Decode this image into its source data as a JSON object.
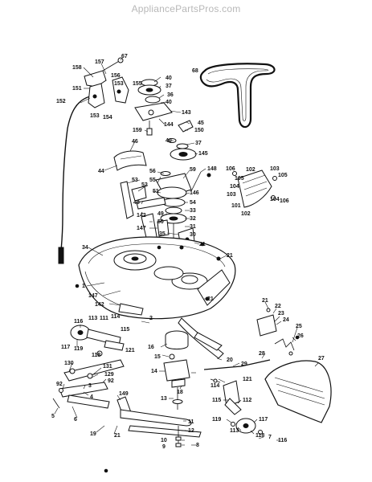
{
  "watermark": "AppliancePartsPros.com",
  "callouts": [
    {
      "id": "c158",
      "text": "158"
    },
    {
      "id": "c157",
      "text": "157"
    },
    {
      "id": "c67",
      "text": "67"
    },
    {
      "id": "c156",
      "text": "156"
    },
    {
      "id": "c153",
      "text": "153"
    },
    {
      "id": "c155",
      "text": "155"
    },
    {
      "id": "c151",
      "text": "151"
    },
    {
      "id": "c152",
      "text": "152"
    },
    {
      "id": "c153b",
      "text": "153"
    },
    {
      "id": "c154",
      "text": "154"
    },
    {
      "id": "c40a",
      "text": "40"
    },
    {
      "id": "c37a",
      "text": "37"
    },
    {
      "id": "c36",
      "text": "36"
    },
    {
      "id": "c40b",
      "text": "40"
    },
    {
      "id": "c143",
      "text": "143"
    },
    {
      "id": "c144",
      "text": "144"
    },
    {
      "id": "c68",
      "text": "68"
    },
    {
      "id": "c159",
      "text": "159"
    },
    {
      "id": "c45",
      "text": "45"
    },
    {
      "id": "c150",
      "text": "150"
    },
    {
      "id": "c40c",
      "text": "40"
    },
    {
      "id": "c37b",
      "text": "37"
    },
    {
      "id": "c46",
      "text": "46"
    },
    {
      "id": "c145",
      "text": "145"
    },
    {
      "id": "c44",
      "text": "44"
    },
    {
      "id": "c56",
      "text": "56"
    },
    {
      "id": "c59",
      "text": "59"
    },
    {
      "id": "c148",
      "text": "148"
    },
    {
      "id": "c106a",
      "text": "106"
    },
    {
      "id": "c102a",
      "text": "102"
    },
    {
      "id": "c105a",
      "text": "105"
    },
    {
      "id": "c104a",
      "text": "104"
    },
    {
      "id": "c103a",
      "text": "103"
    },
    {
      "id": "c103b",
      "text": "103"
    },
    {
      "id": "c105b",
      "text": "105"
    },
    {
      "id": "c104b",
      "text": "104"
    },
    {
      "id": "c106b",
      "text": "106"
    },
    {
      "id": "c101",
      "text": "101"
    },
    {
      "id": "c102b",
      "text": "102"
    },
    {
      "id": "c53",
      "text": "53"
    },
    {
      "id": "c52",
      "text": "52"
    },
    {
      "id": "c55",
      "text": "55"
    },
    {
      "id": "c51",
      "text": "51"
    },
    {
      "id": "c146",
      "text": "146"
    },
    {
      "id": "c48",
      "text": "48"
    },
    {
      "id": "c54",
      "text": "54"
    },
    {
      "id": "c33",
      "text": "33"
    },
    {
      "id": "c49",
      "text": "49"
    },
    {
      "id": "c142a",
      "text": "142"
    },
    {
      "id": "c50",
      "text": "50"
    },
    {
      "id": "c32",
      "text": "32"
    },
    {
      "id": "c31",
      "text": "31"
    },
    {
      "id": "c147a",
      "text": "147"
    },
    {
      "id": "c30",
      "text": "30"
    },
    {
      "id": "c35",
      "text": "35"
    },
    {
      "id": "c21a",
      "text": "21"
    },
    {
      "id": "c34",
      "text": "34"
    },
    {
      "id": "c21b",
      "text": "21"
    },
    {
      "id": "c1",
      "text": "1"
    },
    {
      "id": "c147b",
      "text": "147"
    },
    {
      "id": "c21c",
      "text": "21"
    },
    {
      "id": "c142b",
      "text": "142"
    },
    {
      "id": "c21d",
      "text": "21"
    },
    {
      "id": "c22",
      "text": "22"
    },
    {
      "id": "c23",
      "text": "23"
    },
    {
      "id": "c24",
      "text": "24"
    },
    {
      "id": "c25",
      "text": "25"
    },
    {
      "id": "c116a",
      "text": "116"
    },
    {
      "id": "c113a",
      "text": "113"
    },
    {
      "id": "c111a",
      "text": "111"
    },
    {
      "id": "c114a",
      "text": "114"
    },
    {
      "id": "c2",
      "text": "2"
    },
    {
      "id": "c115a",
      "text": "115"
    },
    {
      "id": "c117a",
      "text": "117"
    },
    {
      "id": "c119a",
      "text": "119"
    },
    {
      "id": "c118a",
      "text": "118"
    },
    {
      "id": "c121a",
      "text": "121"
    },
    {
      "id": "c16",
      "text": "16"
    },
    {
      "id": "c26",
      "text": "26"
    },
    {
      "id": "c28",
      "text": "28"
    },
    {
      "id": "c27",
      "text": "27"
    },
    {
      "id": "c15",
      "text": "15"
    },
    {
      "id": "c20",
      "text": "20"
    },
    {
      "id": "c29",
      "text": "29"
    },
    {
      "id": "c130",
      "text": "130"
    },
    {
      "id": "c131",
      "text": "131"
    },
    {
      "id": "c14",
      "text": "14"
    },
    {
      "id": "c121b",
      "text": "121"
    },
    {
      "id": "c129",
      "text": "129"
    },
    {
      "id": "c92a",
      "text": "92"
    },
    {
      "id": "c92b",
      "text": "92"
    },
    {
      "id": "c3",
      "text": "3"
    },
    {
      "id": "c114b",
      "text": "114"
    },
    {
      "id": "c4",
      "text": "4"
    },
    {
      "id": "c18",
      "text": "18"
    },
    {
      "id": "c149",
      "text": "149"
    },
    {
      "id": "c13",
      "text": "13"
    },
    {
      "id": "c115b",
      "text": "115"
    },
    {
      "id": "c112",
      "text": "112"
    },
    {
      "id": "c5",
      "text": "5"
    },
    {
      "id": "c6",
      "text": "6"
    },
    {
      "id": "c119b",
      "text": "119"
    },
    {
      "id": "c11",
      "text": "11"
    },
    {
      "id": "c117b",
      "text": "117"
    },
    {
      "id": "c12",
      "text": "12"
    },
    {
      "id": "c113b",
      "text": "113"
    },
    {
      "id": "c118b",
      "text": "118"
    },
    {
      "id": "c19",
      "text": "19"
    },
    {
      "id": "c21e",
      "text": "21"
    },
    {
      "id": "c10",
      "text": "10"
    },
    {
      "id": "c9",
      "text": "9"
    },
    {
      "id": "c8",
      "text": "8"
    },
    {
      "id": "c116b",
      "text": "116"
    },
    {
      "id": "c7",
      "text": "7"
    }
  ]
}
